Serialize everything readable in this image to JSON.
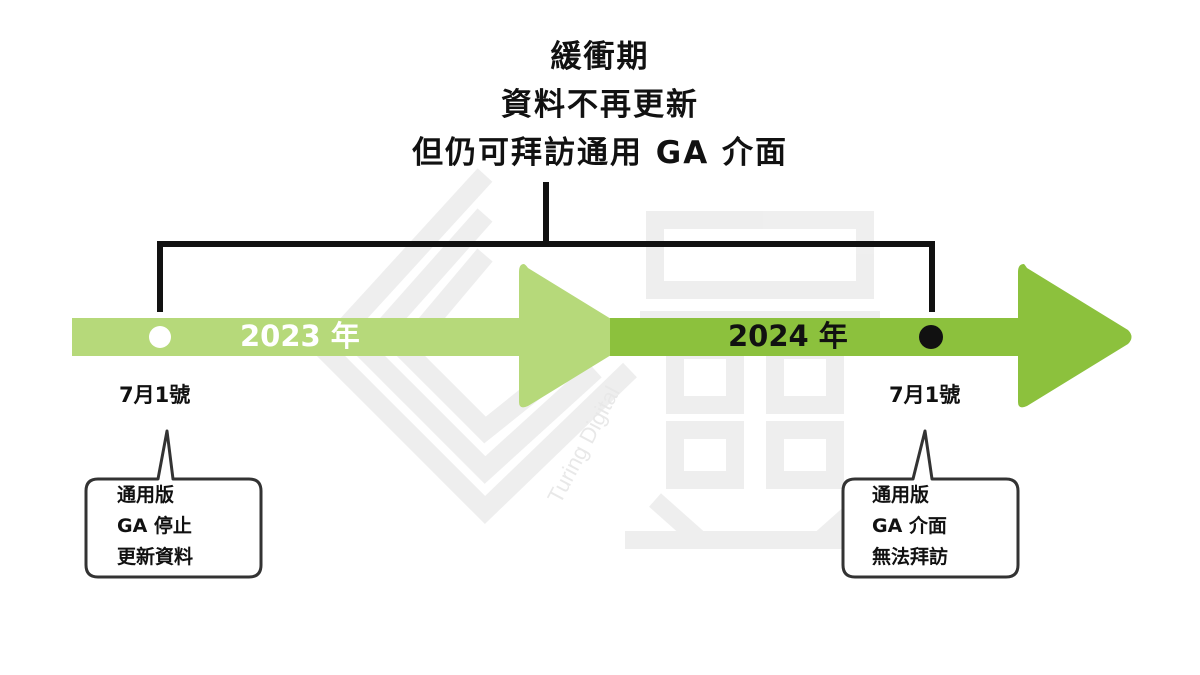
{
  "heading": {
    "line1": "緩衝期",
    "line2": "資料不再更新",
    "line3": "但仍可拜訪通用 GA 介面"
  },
  "timeline": {
    "year_start": "2023 年",
    "year_end": "2024 年",
    "colors": {
      "bar_light": "#b6d97a",
      "bar_strong": "#8cc13d",
      "start_dot": "#ffffff",
      "end_dot": "#111111",
      "year_start_text": "#ffffff",
      "year_end_text": "#111111"
    }
  },
  "milestones": {
    "start_date": "7月1號",
    "end_date": "7月1號"
  },
  "callouts": {
    "start": {
      "line1": "通用版",
      "line2": "GA 停止",
      "line3": "更新資料"
    },
    "end": {
      "line1": "通用版",
      "line2": "GA 介面",
      "line3": "無法拜訪"
    }
  },
  "watermark": {
    "text": "Turing Digital",
    "icon": "spiral-seal-logo"
  }
}
